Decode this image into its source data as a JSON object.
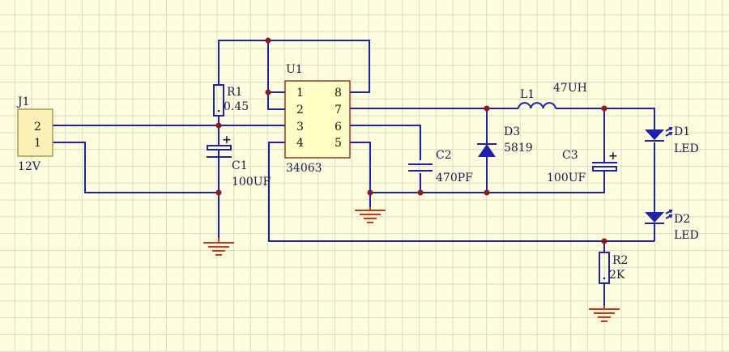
{
  "connector": {
    "ref": "J1",
    "value": "12V",
    "pin2": "2",
    "pin1": "1"
  },
  "ic": {
    "ref": "U1",
    "value": "34063",
    "pins": {
      "p1": "1",
      "p2": "2",
      "p3": "3",
      "p4": "4",
      "p5": "5",
      "p6": "6",
      "p7": "7",
      "p8": "8"
    }
  },
  "r1": {
    "ref": "R1",
    "value": "0.45"
  },
  "c1": {
    "ref": "C1",
    "value": "100UF",
    "polarity": "+"
  },
  "c2": {
    "ref": "C2",
    "value": "470PF"
  },
  "d3": {
    "ref": "D3",
    "value": "5819"
  },
  "l1": {
    "ref": "L1",
    "value": "47UH"
  },
  "c3": {
    "ref": "C3",
    "value": "100UF",
    "polarity": "+"
  },
  "d1": {
    "ref": "D1",
    "value": "LED"
  },
  "d2": {
    "ref": "D2",
    "value": "LED"
  },
  "r2": {
    "ref": "R2",
    "value": "2K"
  },
  "colors": {
    "wire": "#1f1fb0",
    "ground": "#c9381a",
    "junction": "#8b1a1a",
    "ic_fill": "#ffffc4",
    "background": "#fefedf"
  }
}
